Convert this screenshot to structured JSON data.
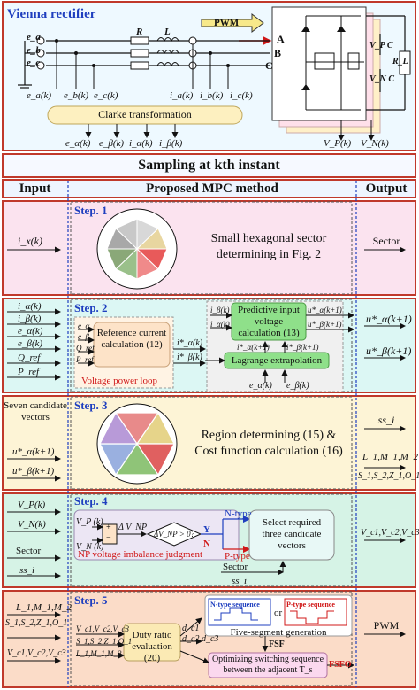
{
  "header": {
    "title": "Vienna rectifier",
    "pwm_tag": "PWM",
    "clarke": "Clarke transformation"
  },
  "circuit": {
    "sources": [
      "e_a",
      "e_b",
      "e_c"
    ],
    "R": "R",
    "L": "L",
    "phase_letters": [
      "A",
      "B",
      "C"
    ],
    "vp_cap": "V_P  C",
    "vn_cap": "V_N  C",
    "rl": "R_L",
    "meas_left": [
      "e_a(k)",
      "e_b(k)",
      "e_c(k)"
    ],
    "meas_right": [
      "i_a(k)",
      "i_b(k)",
      "i_c(k)"
    ],
    "clarke_out": [
      "e_α(k)",
      "e_β(k)",
      "i_α(k)",
      "i_β(k)"
    ],
    "dc_out": [
      "V_P(k)",
      "V_N(k)"
    ]
  },
  "banner": {
    "sampling": "Sampling at kth instant",
    "input": "Input",
    "method": "Proposed MPC method",
    "output": "Output"
  },
  "step1": {
    "label": "Step. 1",
    "input": "i_x(k)",
    "text_line1": "Small hexagonal sector",
    "text_line2": "determining in Fig. 2",
    "output": "Sector"
  },
  "step2": {
    "label": "Step. 2",
    "inputs": [
      "i_α(k)",
      "i_β(k)",
      "e_α(k)",
      "e_β(k)",
      "Q_ref",
      "P_ref"
    ],
    "ref_inputs": [
      "e_α",
      "e_β",
      "Q_ref",
      "P_ref"
    ],
    "ref_box": "Reference current calculation (12)",
    "power_loop": "Voltage power loop",
    "pred_inputs": [
      "i_β(k)",
      "i_α(k)"
    ],
    "pred_box": "Predictive input voltage calculation (13)",
    "pred_out": [
      "u*_α(k+1)",
      "u*_β(k+1)"
    ],
    "ref_out": [
      "i*_α(k)",
      "i*_β(k)"
    ],
    "lag_in": [
      "i*_α(k+1)",
      "i*_β(k+1)"
    ],
    "lag_box": "Lagrange extrapolation",
    "lag_bottom": [
      "e_α(k)",
      "e_β(k)"
    ],
    "outputs": [
      "u*_α(k+1)",
      "u*_β(k+1)"
    ]
  },
  "step3": {
    "label": "Step. 3",
    "inputs_title": "Seven candidate vectors",
    "inputs": [
      "u*_α(k+1)",
      "u*_β(k+1)"
    ],
    "text_line1": "Region determining (15) &",
    "text_line2": "Cost function calculation (16)",
    "outputs": [
      "ss_i",
      "L_1,M_1,M_2",
      "S_1,S_2,Z_1,O_1"
    ]
  },
  "step4": {
    "label": "Step. 4",
    "inputs": [
      "V_P(k)",
      "V_N(k)",
      "Sector",
      "ss_i"
    ],
    "vp": "V_P (k)",
    "vn": "V_N (k)",
    "plus": "+",
    "minus": "−",
    "dvnp": "Δ V_NP",
    "decision": "ΔV_NP > 0?",
    "y": "Y",
    "n": "N",
    "ntype": "N-type",
    "ptype": "P-type",
    "imbalance": "NP voltage imbalance judgment",
    "sector": "Sector",
    "ssi": "ss_i",
    "select": "Select required three candidate vectors",
    "outputs": "V_c1,V_c2,V_c3"
  },
  "step5": {
    "label": "Step. 5",
    "inputs": [
      "L_1,M_1,M_2",
      "S_1,S_2,Z_1,O_1",
      "V_c1,V_c2,V_c3"
    ],
    "duty_in": [
      "V_c1,V_c2,V_c3",
      "S_1,S_2,Z_1,O_1",
      "L_1,M_1,M_2"
    ],
    "duty_box": "Duty ratio evaluation (20)",
    "d_out": [
      "d_c1",
      "d_c2,d_c3"
    ],
    "nseq": "N-type sequence",
    "or": "or",
    "pseq": "P-type sequence",
    "five": "Five-segment generation",
    "fsf": "FSF",
    "opt": "Optimizing switching sequence between the adjacent T_s",
    "fsfo": "FSFO",
    "output": "PWM"
  },
  "colors": {
    "border": "#c0392b",
    "blue": "#1f3fbf",
    "red": "#d01818",
    "step1_bg": "#fbe3ef",
    "step2_bg": "#dcf7f4",
    "step3_bg": "#fdf4d6",
    "step4_bg": "#d6f3e6",
    "step5_bg": "#fbdcc8",
    "header_bg": "#e8f7ff"
  }
}
